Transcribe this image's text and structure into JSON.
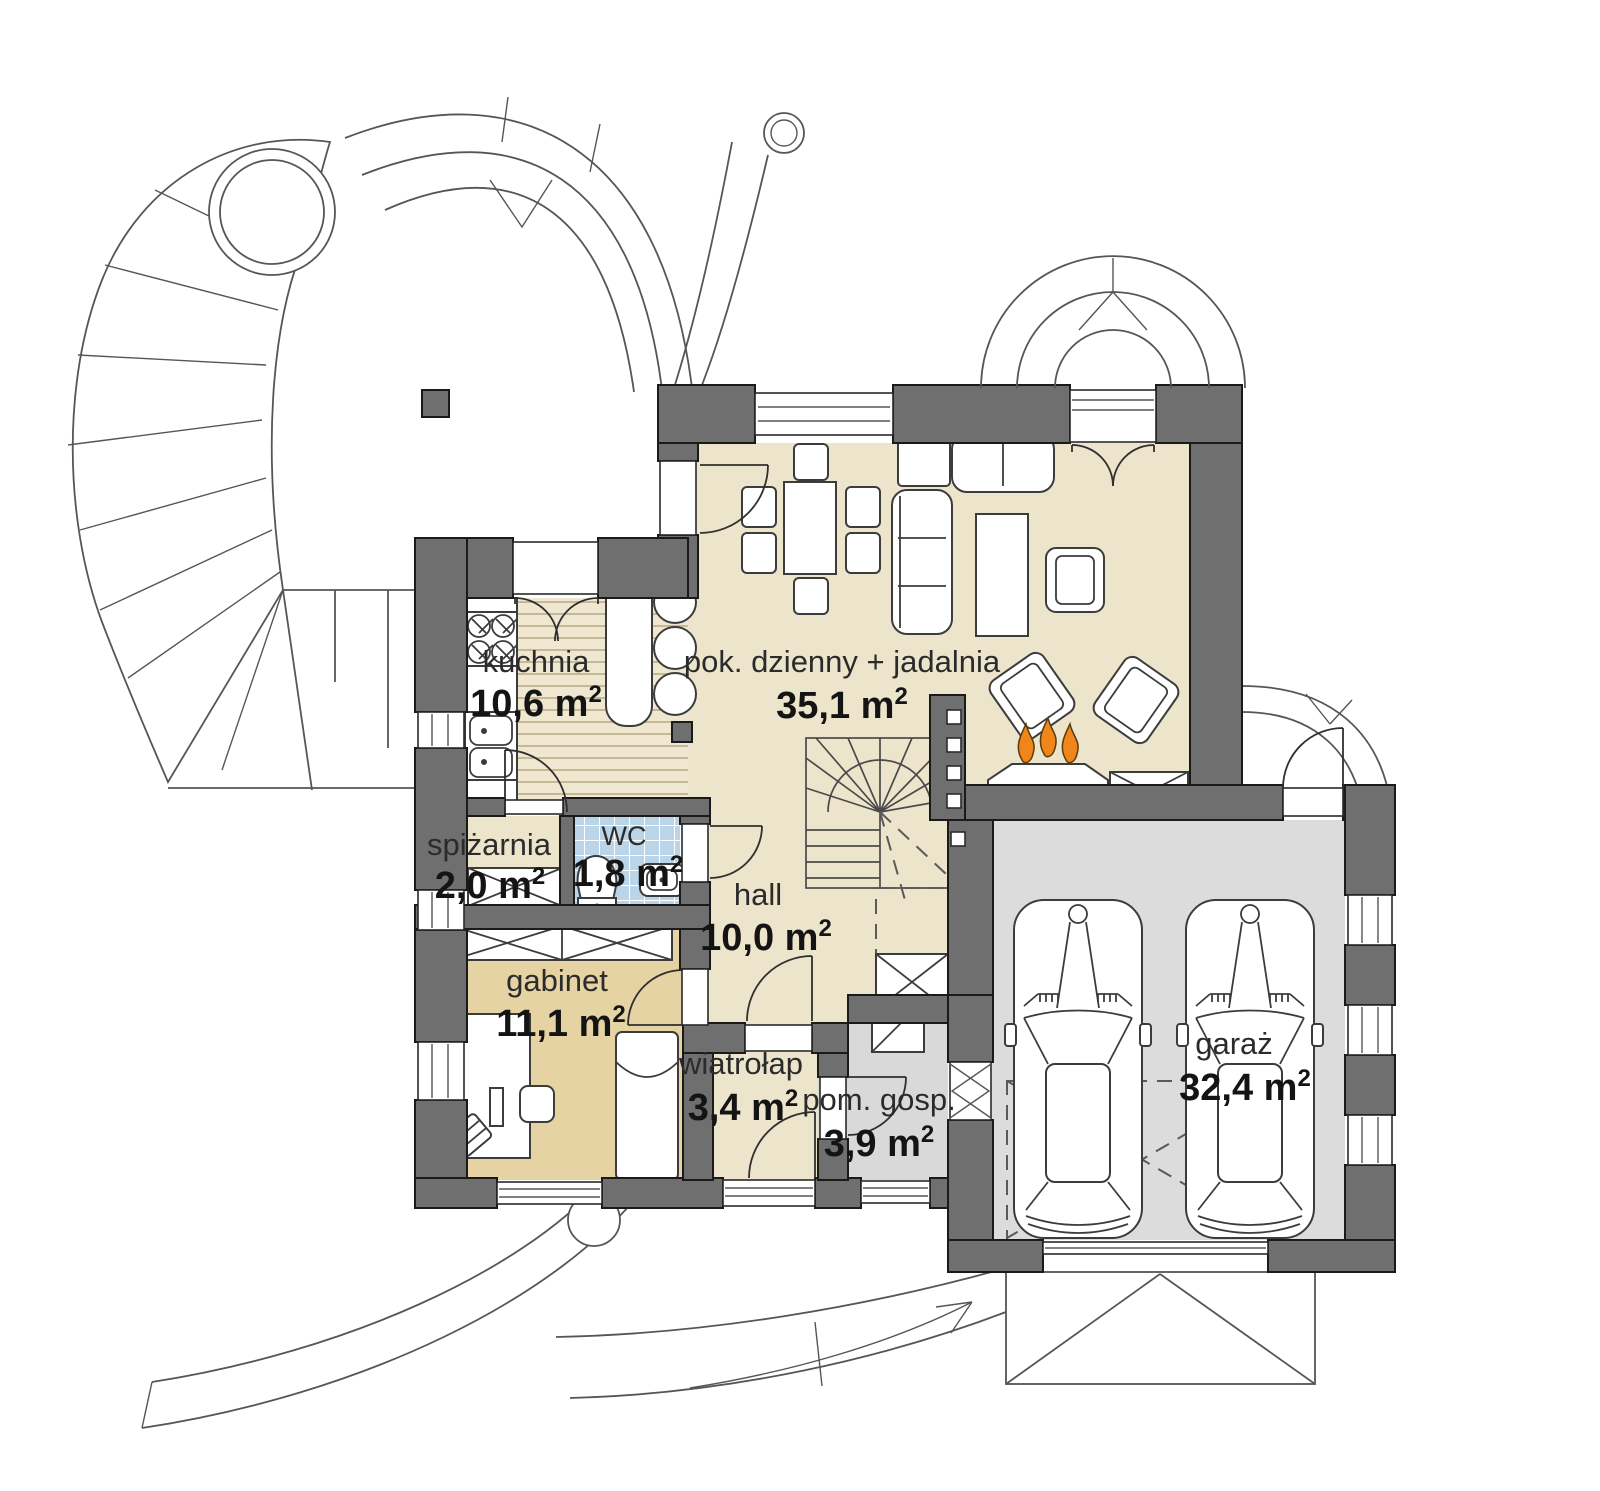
{
  "plan": {
    "title": "house-ground-floor-plan",
    "sup": "2",
    "rooms": [
      {
        "key": "kuchnia",
        "name": "kuchnia",
        "area": "10,6 m"
      },
      {
        "key": "pok-dzienny",
        "name": "pok. dzienny + jadalnia",
        "area": "35,1 m"
      },
      {
        "key": "spizarnia",
        "name": "spiżarnia",
        "area": "2,0 m"
      },
      {
        "key": "wc",
        "name": "WC",
        "area": "1,8 m"
      },
      {
        "key": "hall",
        "name": "hall",
        "area": "10,0 m"
      },
      {
        "key": "gabinet",
        "name": "gabinet",
        "area": "11,1 m"
      },
      {
        "key": "wiatrolap",
        "name": "wiatrołap",
        "area": "3,4 m"
      },
      {
        "key": "pom-gosp",
        "name": "pom. gosp.",
        "area": "3,9 m"
      },
      {
        "key": "garaz",
        "name": "garaż",
        "area": "32,4 m"
      }
    ],
    "colors": {
      "wall": "#6f6f6f",
      "outline": "#1a1a1a",
      "floor_main": "#ece4cb",
      "floor_office": "#e5d3a4",
      "floor_wood_base": "#efe7d0",
      "floor_wood_line": "#b9ad8a",
      "floor_tile_base": "#b9d5e7",
      "floor_tile_line": "#ffffff",
      "floor_garage": "#dcdcdc",
      "floor_utility": "#d9d9d9",
      "flame": "#f08519"
    }
  }
}
